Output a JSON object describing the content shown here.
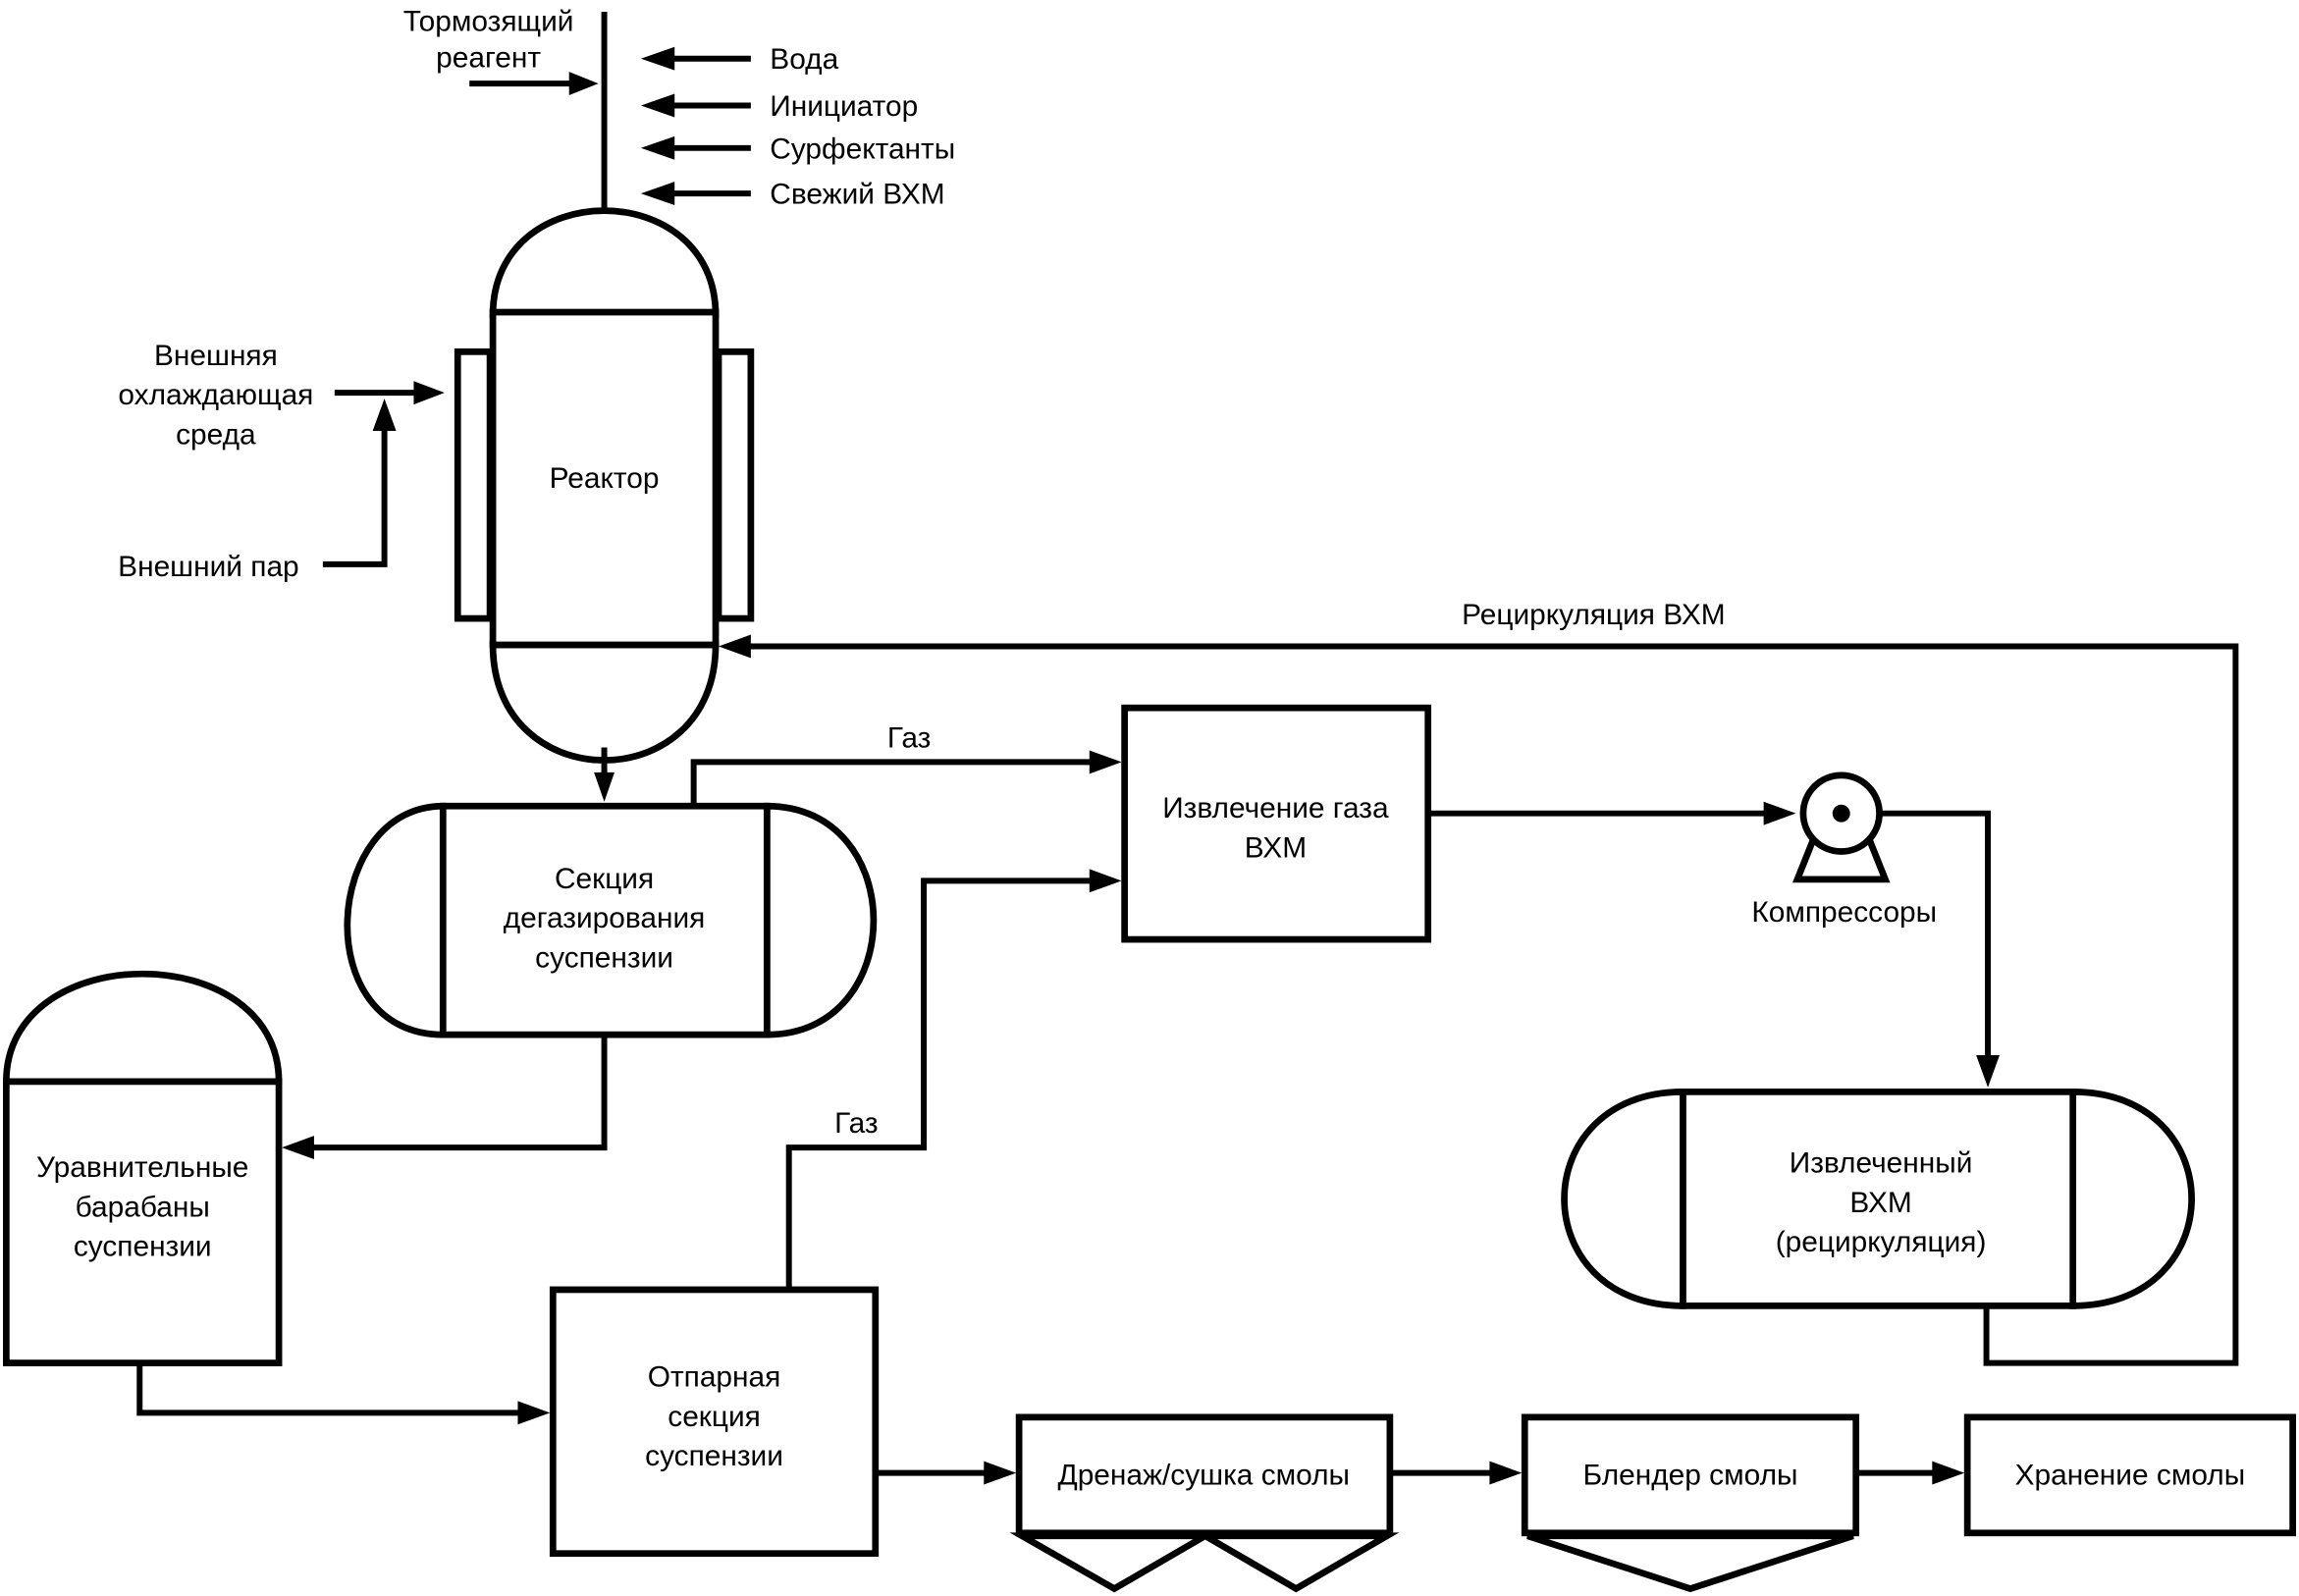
{
  "diagram": {
    "inputs": {
      "inhibitor": [
        "Тормозящий",
        "реагент"
      ],
      "water": "Вода",
      "initiator": "Инициатор",
      "surfactants": "Сурфектанты",
      "fresh_vcm": "Свежий ВХМ"
    },
    "cooling": [
      "Внешняя",
      "охлаждающая",
      "среда"
    ],
    "steam": "Внешний пар",
    "reactor": "Реактор",
    "recycle_label": "Рециркуляция ВХМ",
    "gas_label_1": "Газ",
    "gas_label_2": "Газ",
    "degassing": [
      "Секция",
      "дегазирования",
      "суспензии"
    ],
    "gas_recovery": [
      "Извлечение газа",
      "ВХМ"
    ],
    "compressors": "Компрессоры",
    "recovered_vcm": [
      "Извлеченный",
      "ВХМ",
      "(рециркуляция)"
    ],
    "blowdown": [
      "Уравнительные",
      "барабаны",
      "суспензии"
    ],
    "stripper": [
      "Отпарная",
      "секция",
      "суспензии"
    ],
    "dryer": "Дренаж/сушка смолы",
    "blender": "Блендер смолы",
    "storage": "Хранение смолы"
  }
}
